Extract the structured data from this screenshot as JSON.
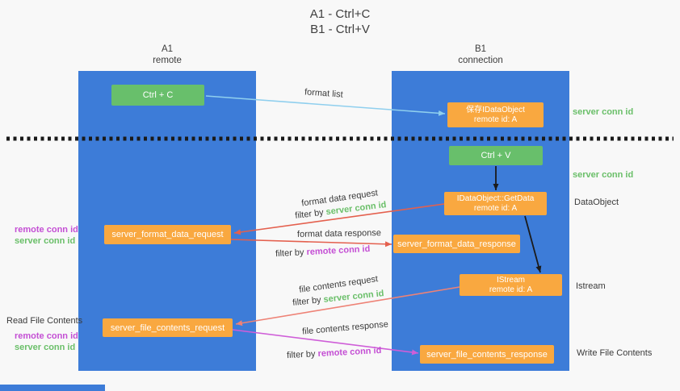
{
  "title": {
    "line1": "A1 - Ctrl+C",
    "line2": "B1 - Ctrl+V"
  },
  "lanes": {
    "left": {
      "name": "A1",
      "subtitle": "remote"
    },
    "right": {
      "name": "B1",
      "subtitle": "connection"
    }
  },
  "boxes": {
    "ctrl_c": "Ctrl + C",
    "ctrl_v": "Ctrl + V",
    "save_dataobject": {
      "line1": "保存IDataObject",
      "line2": "remote id: A"
    },
    "getdata": {
      "line1": "IDataObject::GetData",
      "line2": "remote id: A"
    },
    "istream": {
      "line1": "IStream",
      "line2": "remote id: A"
    },
    "format_request": "server_format_data_request",
    "format_response": "server_format_data_response",
    "file_request": "server_file_contents_request",
    "file_response": "server_file_contents_response"
  },
  "arrow_labels": {
    "format_list": "format list",
    "format_data_request": "format data request",
    "format_data_response": "format data response",
    "file_contents_request": "file contents request",
    "file_contents_response": "file contents response",
    "filter_by": "filter by ",
    "server_conn_id": "server conn id",
    "remote_conn_id": "remote conn id"
  },
  "side_labels": {
    "server_conn_id": "server conn id",
    "remote_conn_id": "remote conn id",
    "dataobject": "DataObject",
    "istream": "Istream",
    "read_file_contents": "Read File Contents",
    "write_file_contents": "Write File Contents"
  },
  "colors": {
    "lane_blue": "#3d7cd8",
    "box_green": "#68bf6b",
    "box_orange": "#f9a840",
    "text_green": "#6abf69",
    "text_magenta": "#c44fd4",
    "arrow_blue": "#8fcfee",
    "arrow_red": "#e4604e",
    "arrow_salmon": "#ee8276",
    "arrow_magenta": "#cf5ed8",
    "arrow_black": "#1b1b1b"
  }
}
